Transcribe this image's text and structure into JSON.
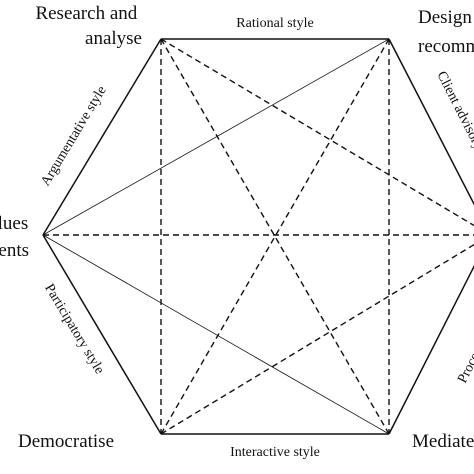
{
  "corners": {
    "research": [
      "Research and",
      "analyse"
    ],
    "design": [
      "Design",
      "recommend"
    ],
    "values": [
      "Values",
      "arguments"
    ],
    "democratise": "Democratise",
    "mediate": "Mediate"
  },
  "edge_labels": {
    "rational": "Rational style",
    "argumentative": "Argumentative style",
    "client_advisory": "Client advisory style",
    "participatory": "Participatory style",
    "interactive": "Interactive style",
    "process": "Process style"
  },
  "colors": {
    "line": "#111111",
    "background": "#ffffff"
  }
}
